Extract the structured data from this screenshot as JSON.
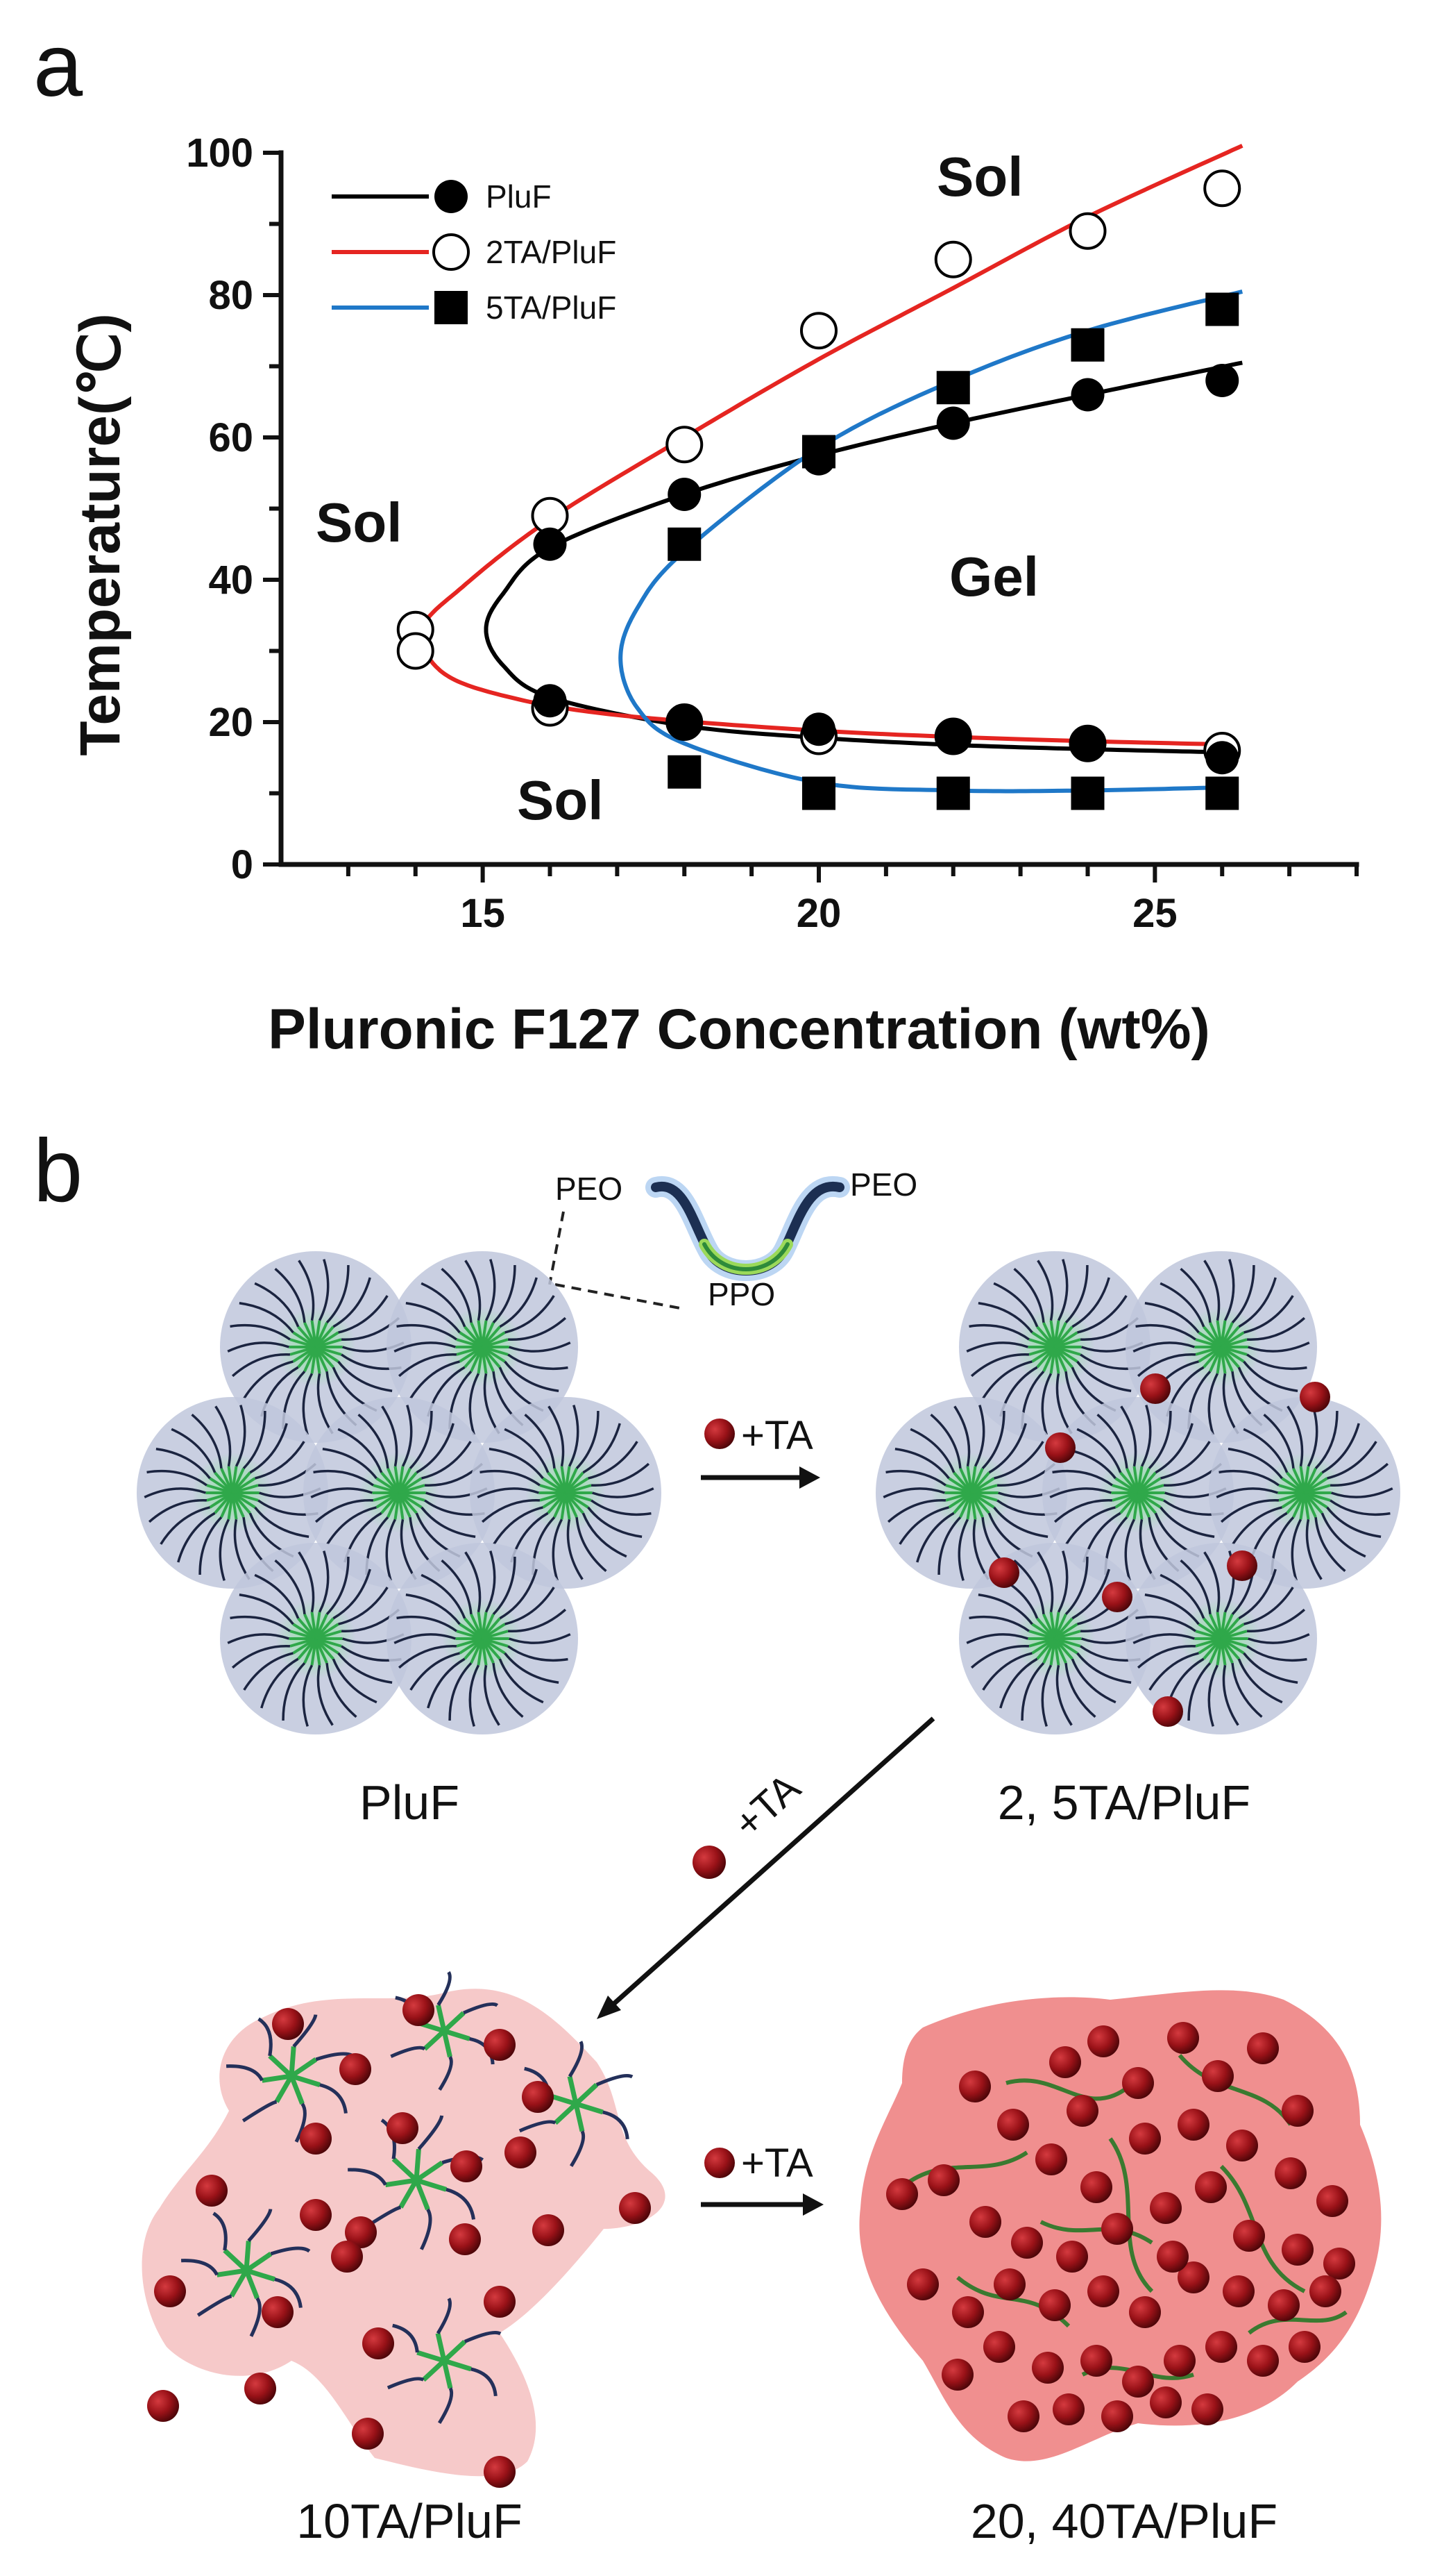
{
  "panel_a": {
    "letter": "a"
  },
  "panel_b": {
    "letter": "b",
    "block_labels": {
      "peo_left": "PEO",
      "peo_right": "PEO",
      "ppo": "PPO"
    },
    "states": {
      "s1": "PluF",
      "s2": "2, 5TA/PluF",
      "s3": "10TA/PluF",
      "s4": "20, 40TA/PluF"
    },
    "arrow_labels": {
      "a1": "+TA",
      "a2": "+TA",
      "a3": "+TA"
    },
    "colors": {
      "ta_particle": "#8b0d12",
      "micelle_shell": "#bfc7dc",
      "ppo_core": "#7fdc8a",
      "aggregate": "#f6c9c9",
      "dense_gel": "#f08f8f"
    }
  },
  "chart_data": {
    "type": "scatter",
    "xlabel": "Pluronic F127 Concentration (wt%)",
    "ylabel": "Temperature(℃)",
    "xlim": [
      12,
      28
    ],
    "ylim": [
      0,
      100
    ],
    "xticks": [
      15,
      20,
      25
    ],
    "yticks": [
      0,
      20,
      40,
      60,
      80,
      100
    ],
    "legend_position": "top-left",
    "region_labels": {
      "sol_top": "Sol",
      "sol_left": "Sol",
      "sol_bottom": "Sol",
      "gel": "Gel"
    },
    "series": [
      {
        "name": "PluF",
        "marker": "filled-circle",
        "color": "#000000",
        "points": [
          [
            16,
            45
          ],
          [
            16,
            23
          ],
          [
            18,
            52
          ],
          [
            18,
            20
          ],
          [
            20,
            57
          ],
          [
            20,
            19
          ],
          [
            22,
            62
          ],
          [
            22,
            18
          ],
          [
            24,
            66
          ],
          [
            24,
            17
          ],
          [
            26,
            68
          ],
          [
            26,
            15
          ]
        ]
      },
      {
        "name": "2TA/PluF",
        "marker": "open-circle",
        "color": "#e52521",
        "points": [
          [
            14,
            33
          ],
          [
            14,
            30
          ],
          [
            16,
            49
          ],
          [
            16,
            22
          ],
          [
            18,
            59
          ],
          [
            18,
            20
          ],
          [
            20,
            75
          ],
          [
            20,
            18
          ],
          [
            22,
            85
          ],
          [
            22,
            18
          ],
          [
            24,
            89
          ],
          [
            24,
            17
          ],
          [
            26,
            95
          ],
          [
            26,
            16
          ]
        ]
      },
      {
        "name": "5TA/PluF",
        "marker": "filled-square",
        "color": "#1f78c8",
        "points": [
          [
            18,
            45
          ],
          [
            18,
            13
          ],
          [
            20,
            58
          ],
          [
            20,
            10
          ],
          [
            22,
            67
          ],
          [
            22,
            10
          ],
          [
            24,
            73
          ],
          [
            24,
            10
          ],
          [
            26,
            78
          ],
          [
            26,
            10
          ]
        ]
      }
    ]
  }
}
